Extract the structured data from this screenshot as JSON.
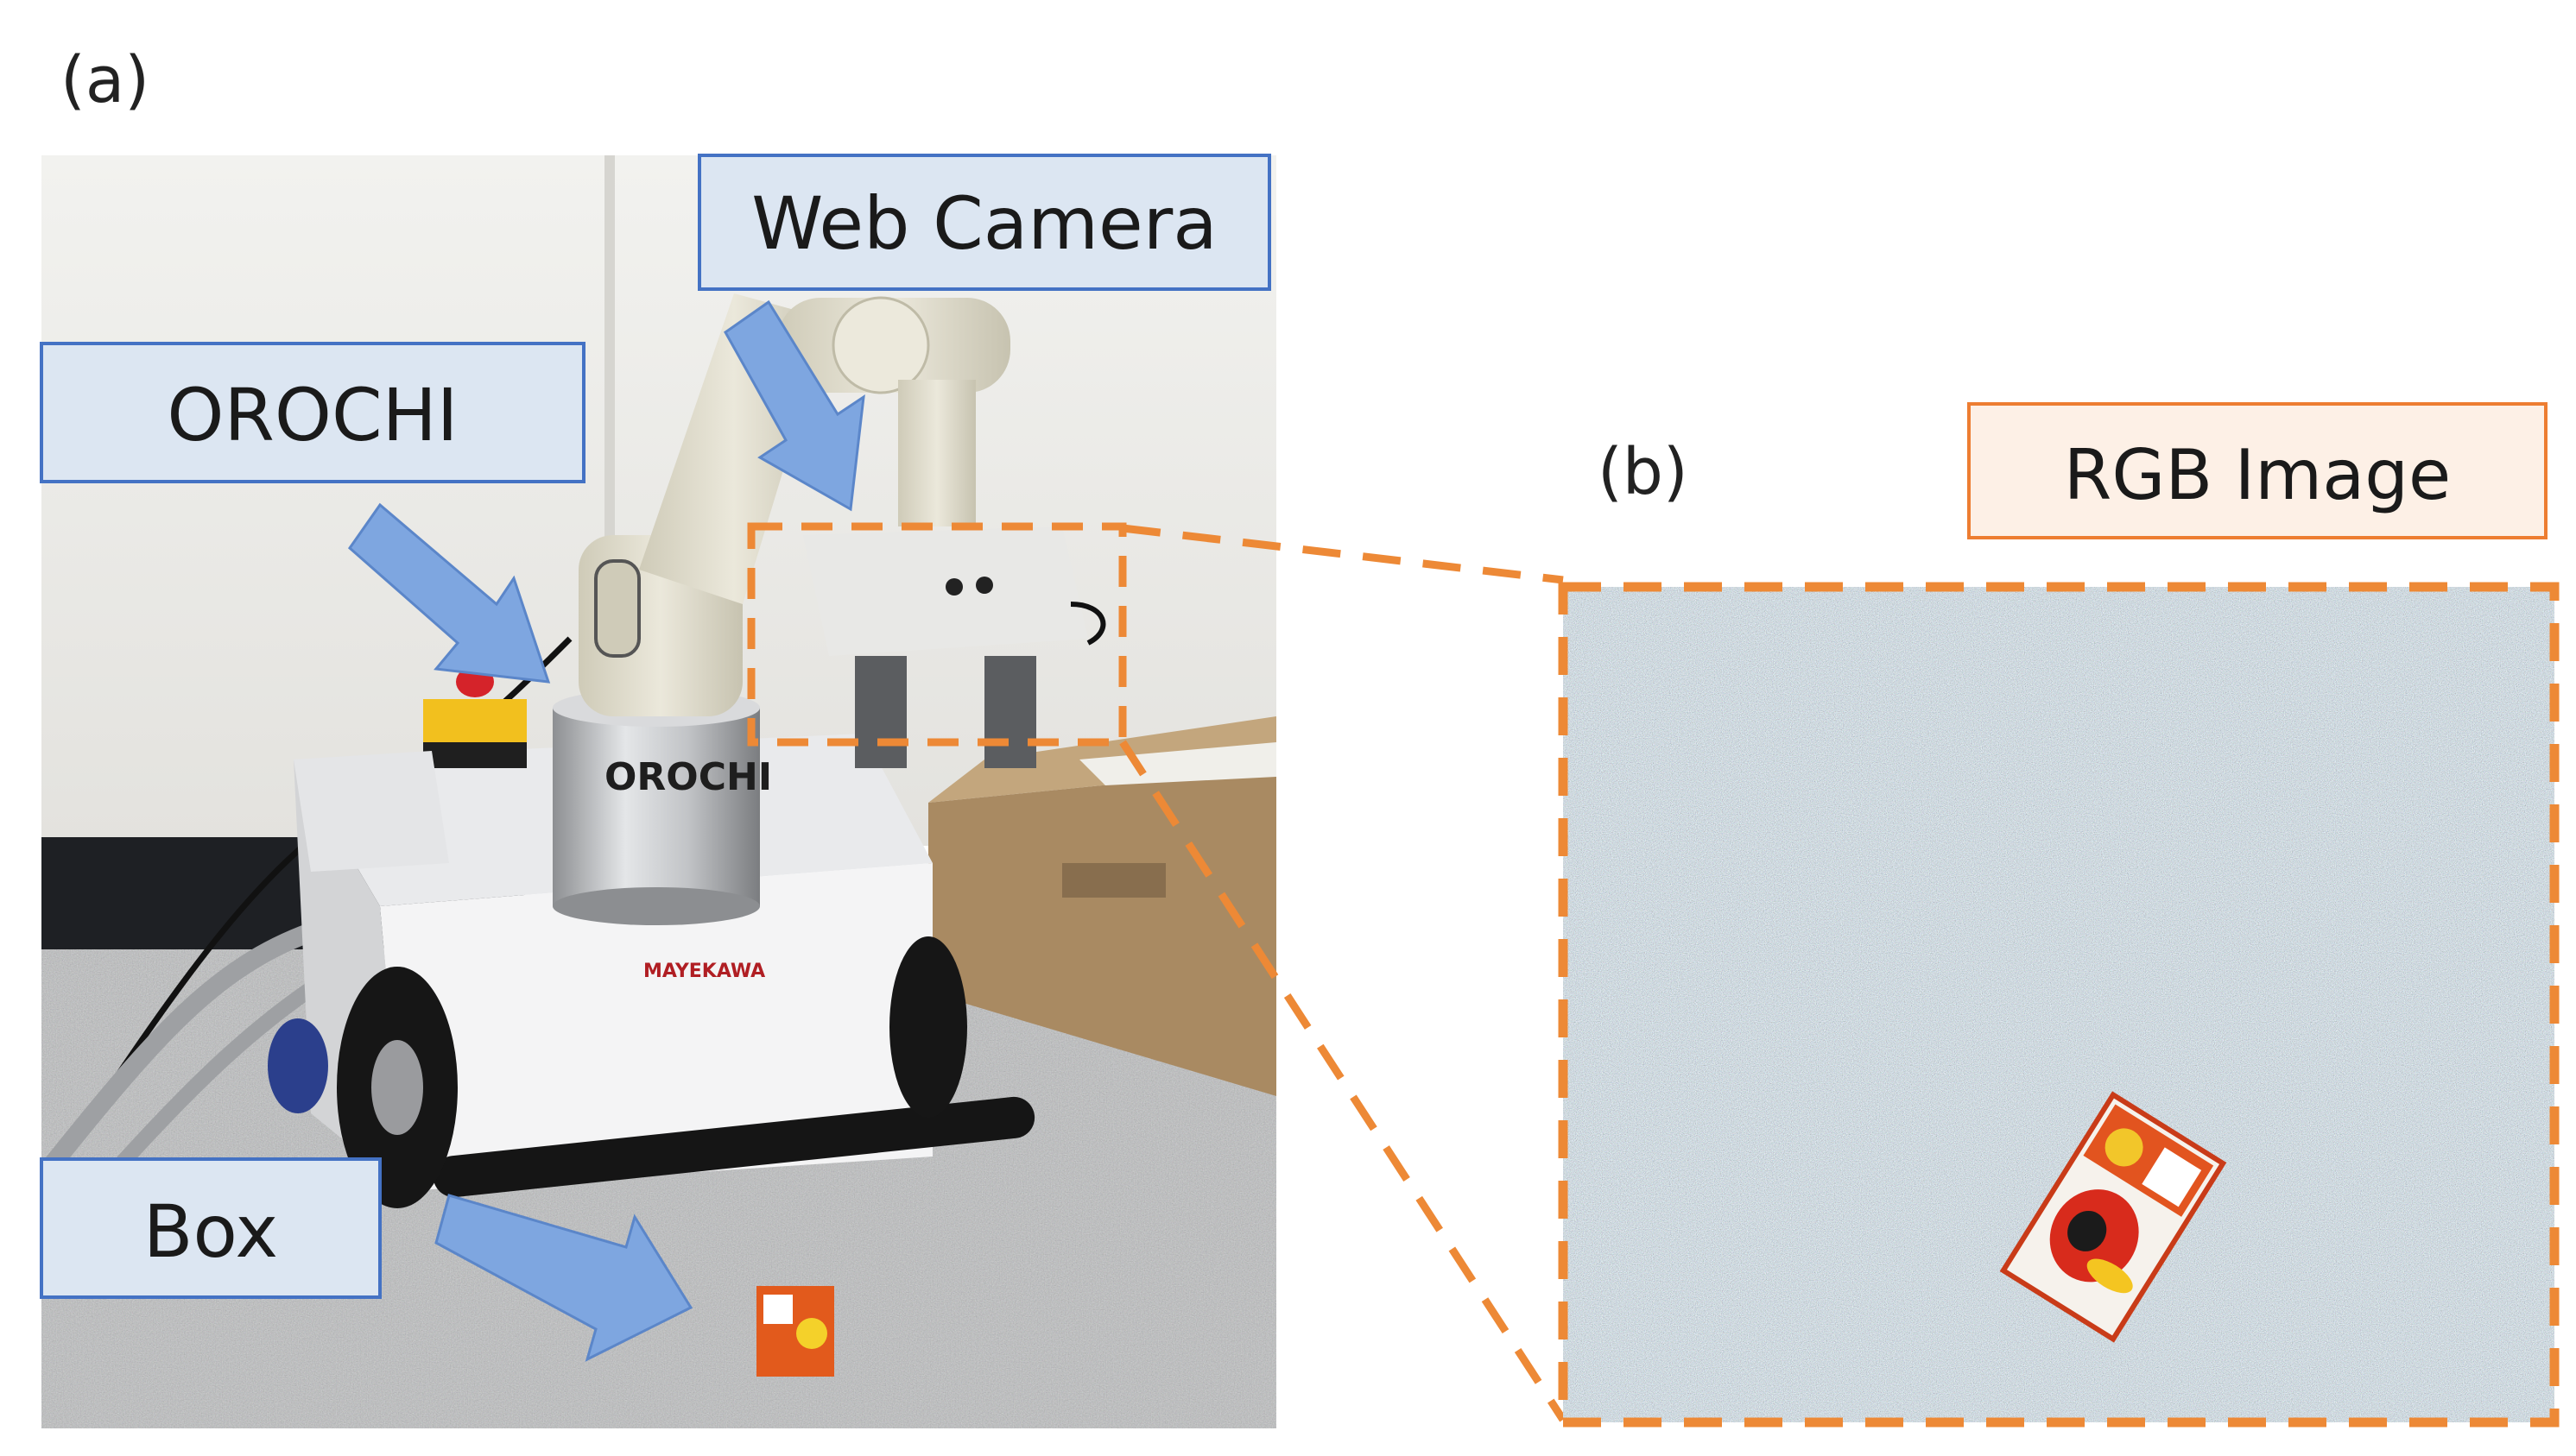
{
  "panels": {
    "a": {
      "label": "(a)"
    },
    "b": {
      "label": "(b)"
    }
  },
  "callouts": {
    "web_camera": "Web Camera",
    "orochi": "OROCHI",
    "box": "Box",
    "rgb_image": "RGB Image"
  },
  "photo_text": {
    "arm_brand": "OROCHI",
    "base_brand": "MAYEKAWA"
  },
  "colors": {
    "callout_fill_blue": "#dce6f2",
    "callout_border_blue": "#4472c4",
    "arrow_blue": "#7ea6e0",
    "callout_fill_orange": "#fdf0e6",
    "callout_border_orange": "#ed7d31",
    "dash_orange": "#ed8936"
  }
}
